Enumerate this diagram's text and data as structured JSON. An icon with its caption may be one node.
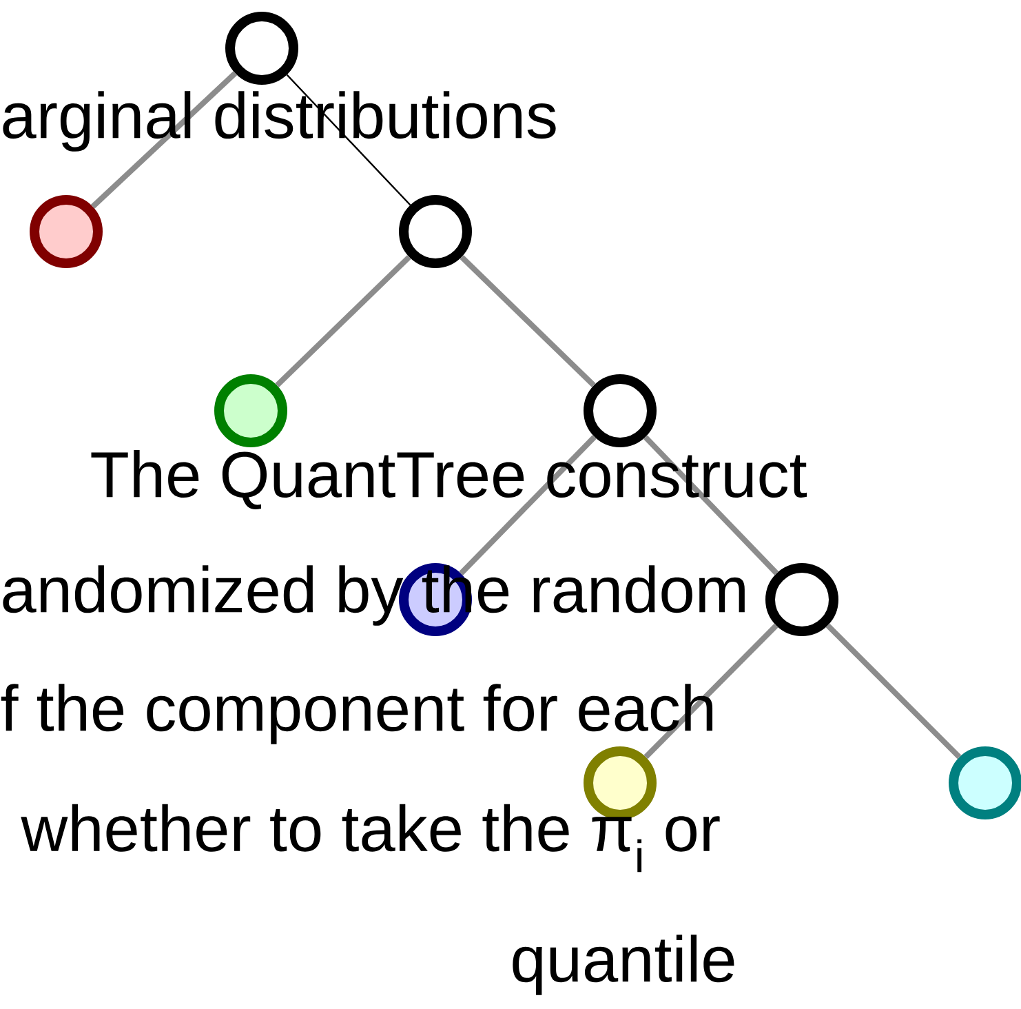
{
  "diagram": {
    "nodes": [
      {
        "text": [],
        "shape": "circle"
      },
      {
        "text": [],
        "shape": "circle"
      },
      {
        "text": [],
        "shape": "circle"
      },
      {
        "text": [],
        "shape": "circle"
      },
      {
        "text": [],
        "shape": "circle"
      },
      {
        "text": [],
        "shape": "circle"
      },
      {
        "text": [],
        "shape": "circle"
      },
      {
        "text": [],
        "shape": "circle"
      },
      {
        "text": [],
        "shape": "circle"
      }
    ],
    "edges": [
      {
        "from": 0,
        "to": 1,
        "arrow": "none"
      },
      {
        "from": 0,
        "to": 2,
        "arrow": "none",
        "color": "#000000"
      },
      {
        "from": 2,
        "to": 3,
        "arrow": "none"
      },
      {
        "from": 2,
        "to": 4,
        "arrow": "none"
      },
      {
        "from": 4,
        "to": 5,
        "arrow": "none"
      },
      {
        "from": 4,
        "to": 6,
        "arrow": "none"
      },
      {
        "from": 6,
        "to": 7,
        "arrow": "none"
      },
      {
        "from": 6,
        "to": 8,
        "arrow": "none"
      }
    ],
    "labels": [
      "arginal distributions",
      "The QuantTree construct",
      "andomized by the random",
      "f the component for each",
      "whether to take the π$_{i}$ or",
      "quantile"
    ]
  }
}
